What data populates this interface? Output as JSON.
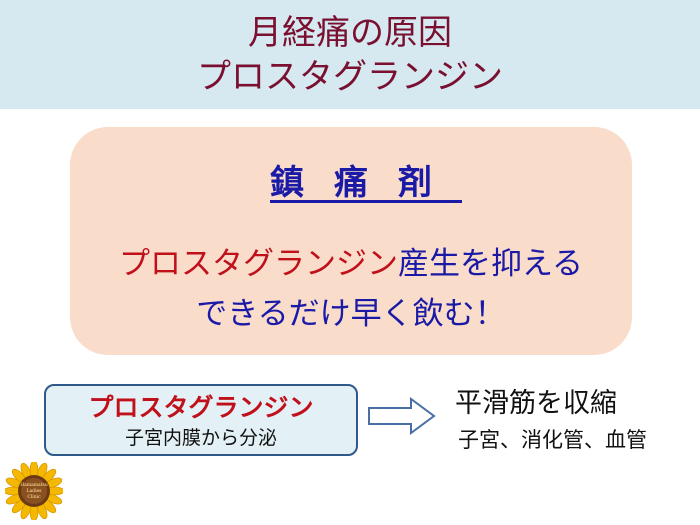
{
  "title": {
    "line1": "月経痛の原因",
    "line2": "プロスタグランジン"
  },
  "callout": {
    "heading": "鎮痛剤",
    "line1_red": "プロスタグランジン",
    "line1_blue": "産生を抑える",
    "line2": "できるだけ早く飲む！"
  },
  "source_box": {
    "title": "プロスタグランジン",
    "subtitle": "子宮内膜から分泌"
  },
  "effect": {
    "title": "平滑筋を収縮",
    "subtitle": "子宮、消化管、血管"
  },
  "logo": {
    "text": "Hamamatsu Ladies Clinic"
  },
  "colors": {
    "title_band": "#d6e9f1",
    "title_text": "#7a1030",
    "callout_bg": "#fadccb",
    "blue_text": "#1a1aa6",
    "red_text": "#c0101a",
    "source_box_border": "#2e5a8a",
    "arrow": "#4a6fa5",
    "sunflower_petal": "#f5b800"
  },
  "icons": {
    "arrow": "right-arrow-icon",
    "logo": "sunflower-logo-icon"
  }
}
